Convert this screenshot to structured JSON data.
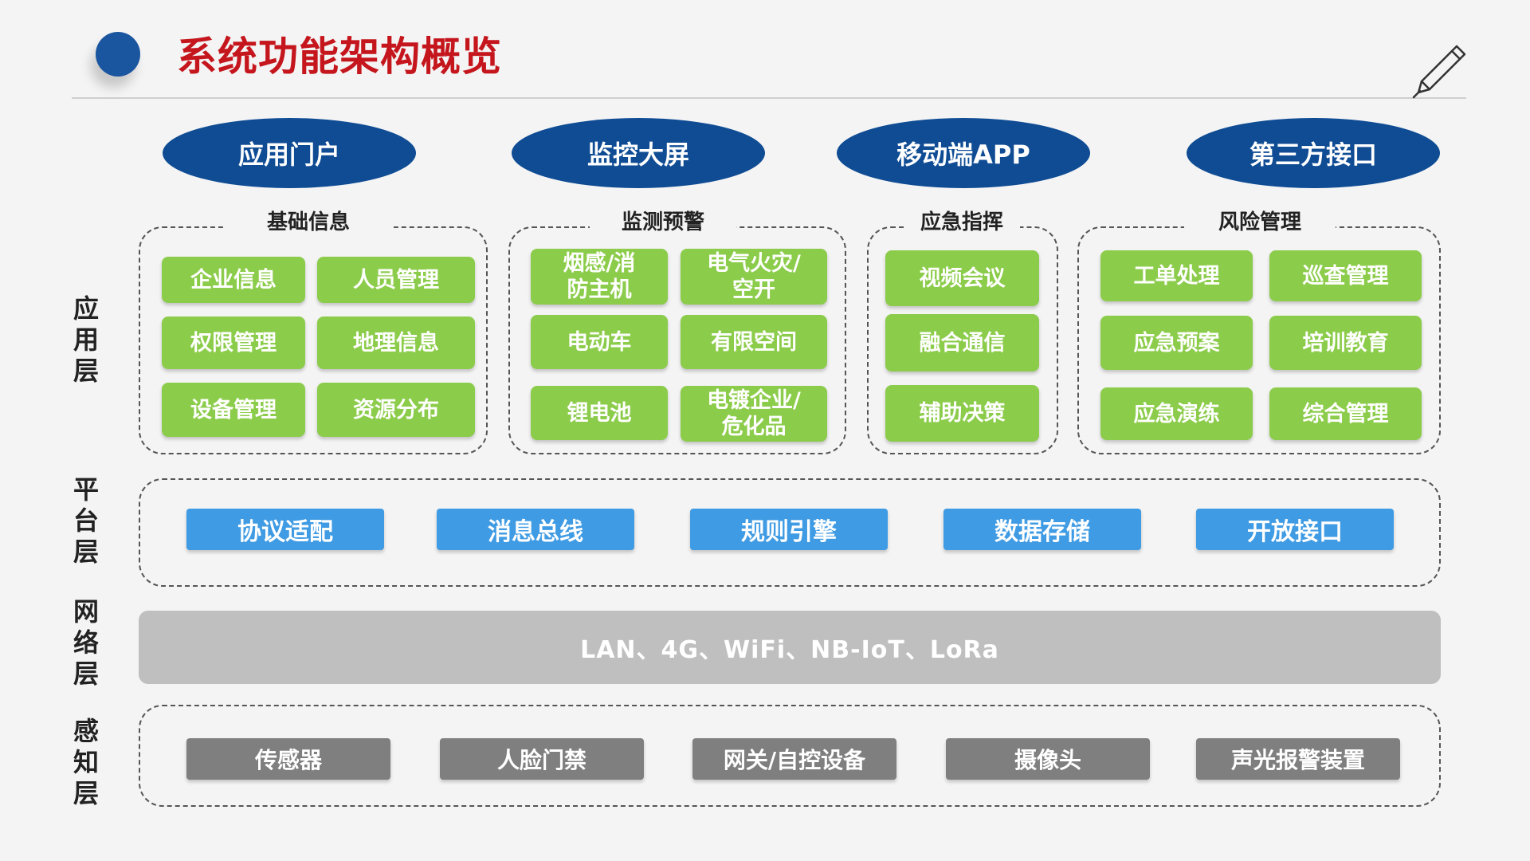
{
  "title": "系统功能架构概览",
  "colors": {
    "title_red": "#c4161c",
    "portal_blue": "#0f4c94",
    "app_green": "#8ccc4b",
    "platform_blue": "#3f9be3",
    "network_gray": "#bfbfbf",
    "sensing_gray": "#7f7f7f"
  },
  "portals": [
    "应用门户",
    "监控大屏",
    "移动端APP",
    "第三方接口"
  ],
  "layers": {
    "application": {
      "label": "应用层",
      "groups": [
        {
          "title": "基础信息",
          "items": [
            "企业信息",
            "人员管理",
            "权限管理",
            "地理信息",
            "设备管理",
            "资源分布"
          ]
        },
        {
          "title": "监测预警",
          "items": [
            "烟感/消\n防主机",
            "电气火灾/\n空开",
            "电动车",
            "有限空间",
            "锂电池",
            "电镀企业/\n危化品"
          ]
        },
        {
          "title": "应急指挥",
          "items": [
            "视频会议",
            "融合通信",
            "辅助决策"
          ]
        },
        {
          "title": "风险管理",
          "items": [
            "工单处理",
            "巡查管理",
            "应急预案",
            "培训教育",
            "应急演练",
            "综合管理"
          ]
        }
      ]
    },
    "platform": {
      "label": "平台层",
      "items": [
        "协议适配",
        "消息总线",
        "规则引擎",
        "数据存储",
        "开放接口"
      ]
    },
    "network": {
      "label": "网络层",
      "text": "LAN、4G、WiFi、NB-IoT、LoRa"
    },
    "sensing": {
      "label": "感知层",
      "items": [
        "传感器",
        "人脸门禁",
        "网关/自控设备",
        "摄像头",
        "声光报警装置"
      ]
    }
  },
  "icons": {
    "title_bullet": "circle-bullet-icon",
    "pen": "pen-icon"
  }
}
